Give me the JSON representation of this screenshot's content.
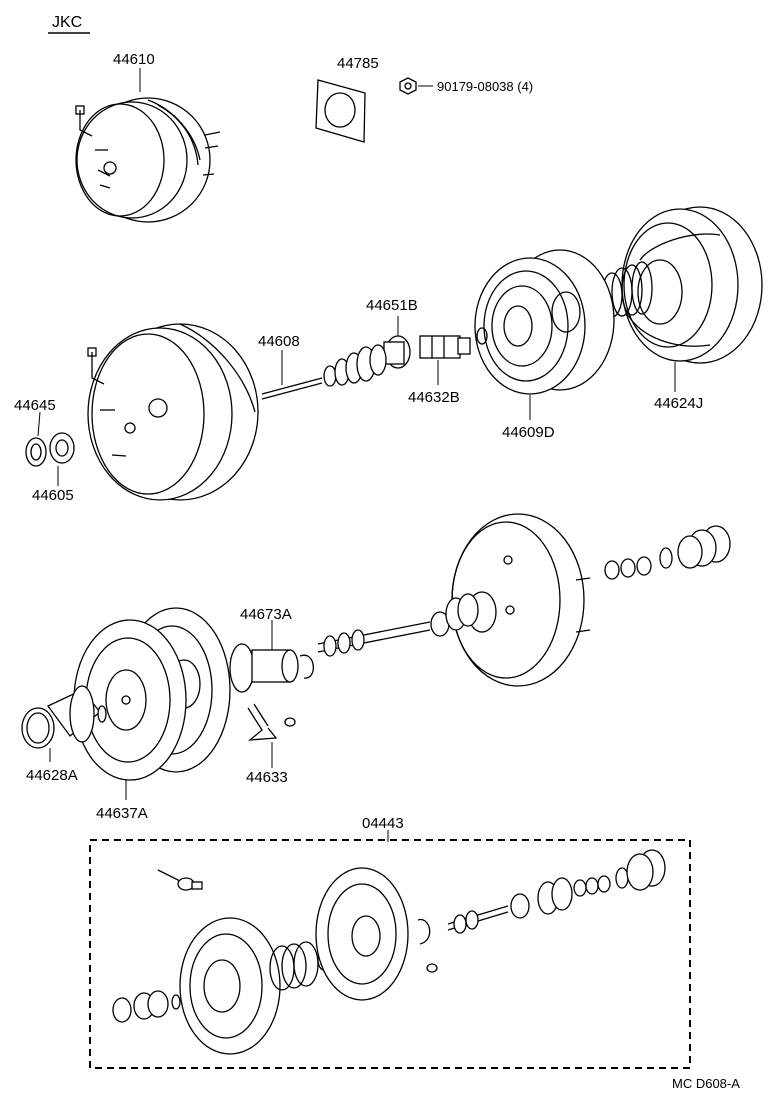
{
  "header": {
    "code": "JKC"
  },
  "labels": {
    "p44610": "44610",
    "p44785": "44785",
    "p90179": "90179-08038 (4)",
    "p44651B": "44651B",
    "p44608": "44608",
    "p44632B": "44632B",
    "p44609D": "44609D",
    "p44624J": "44624J",
    "p44645": "44645",
    "p44605": "44605",
    "p44673A": "44673A",
    "p44628A": "44628A",
    "p44637A": "44637A",
    "p44633": "44633",
    "p04443": "04443"
  },
  "footer": {
    "code": "MC D608-A"
  }
}
